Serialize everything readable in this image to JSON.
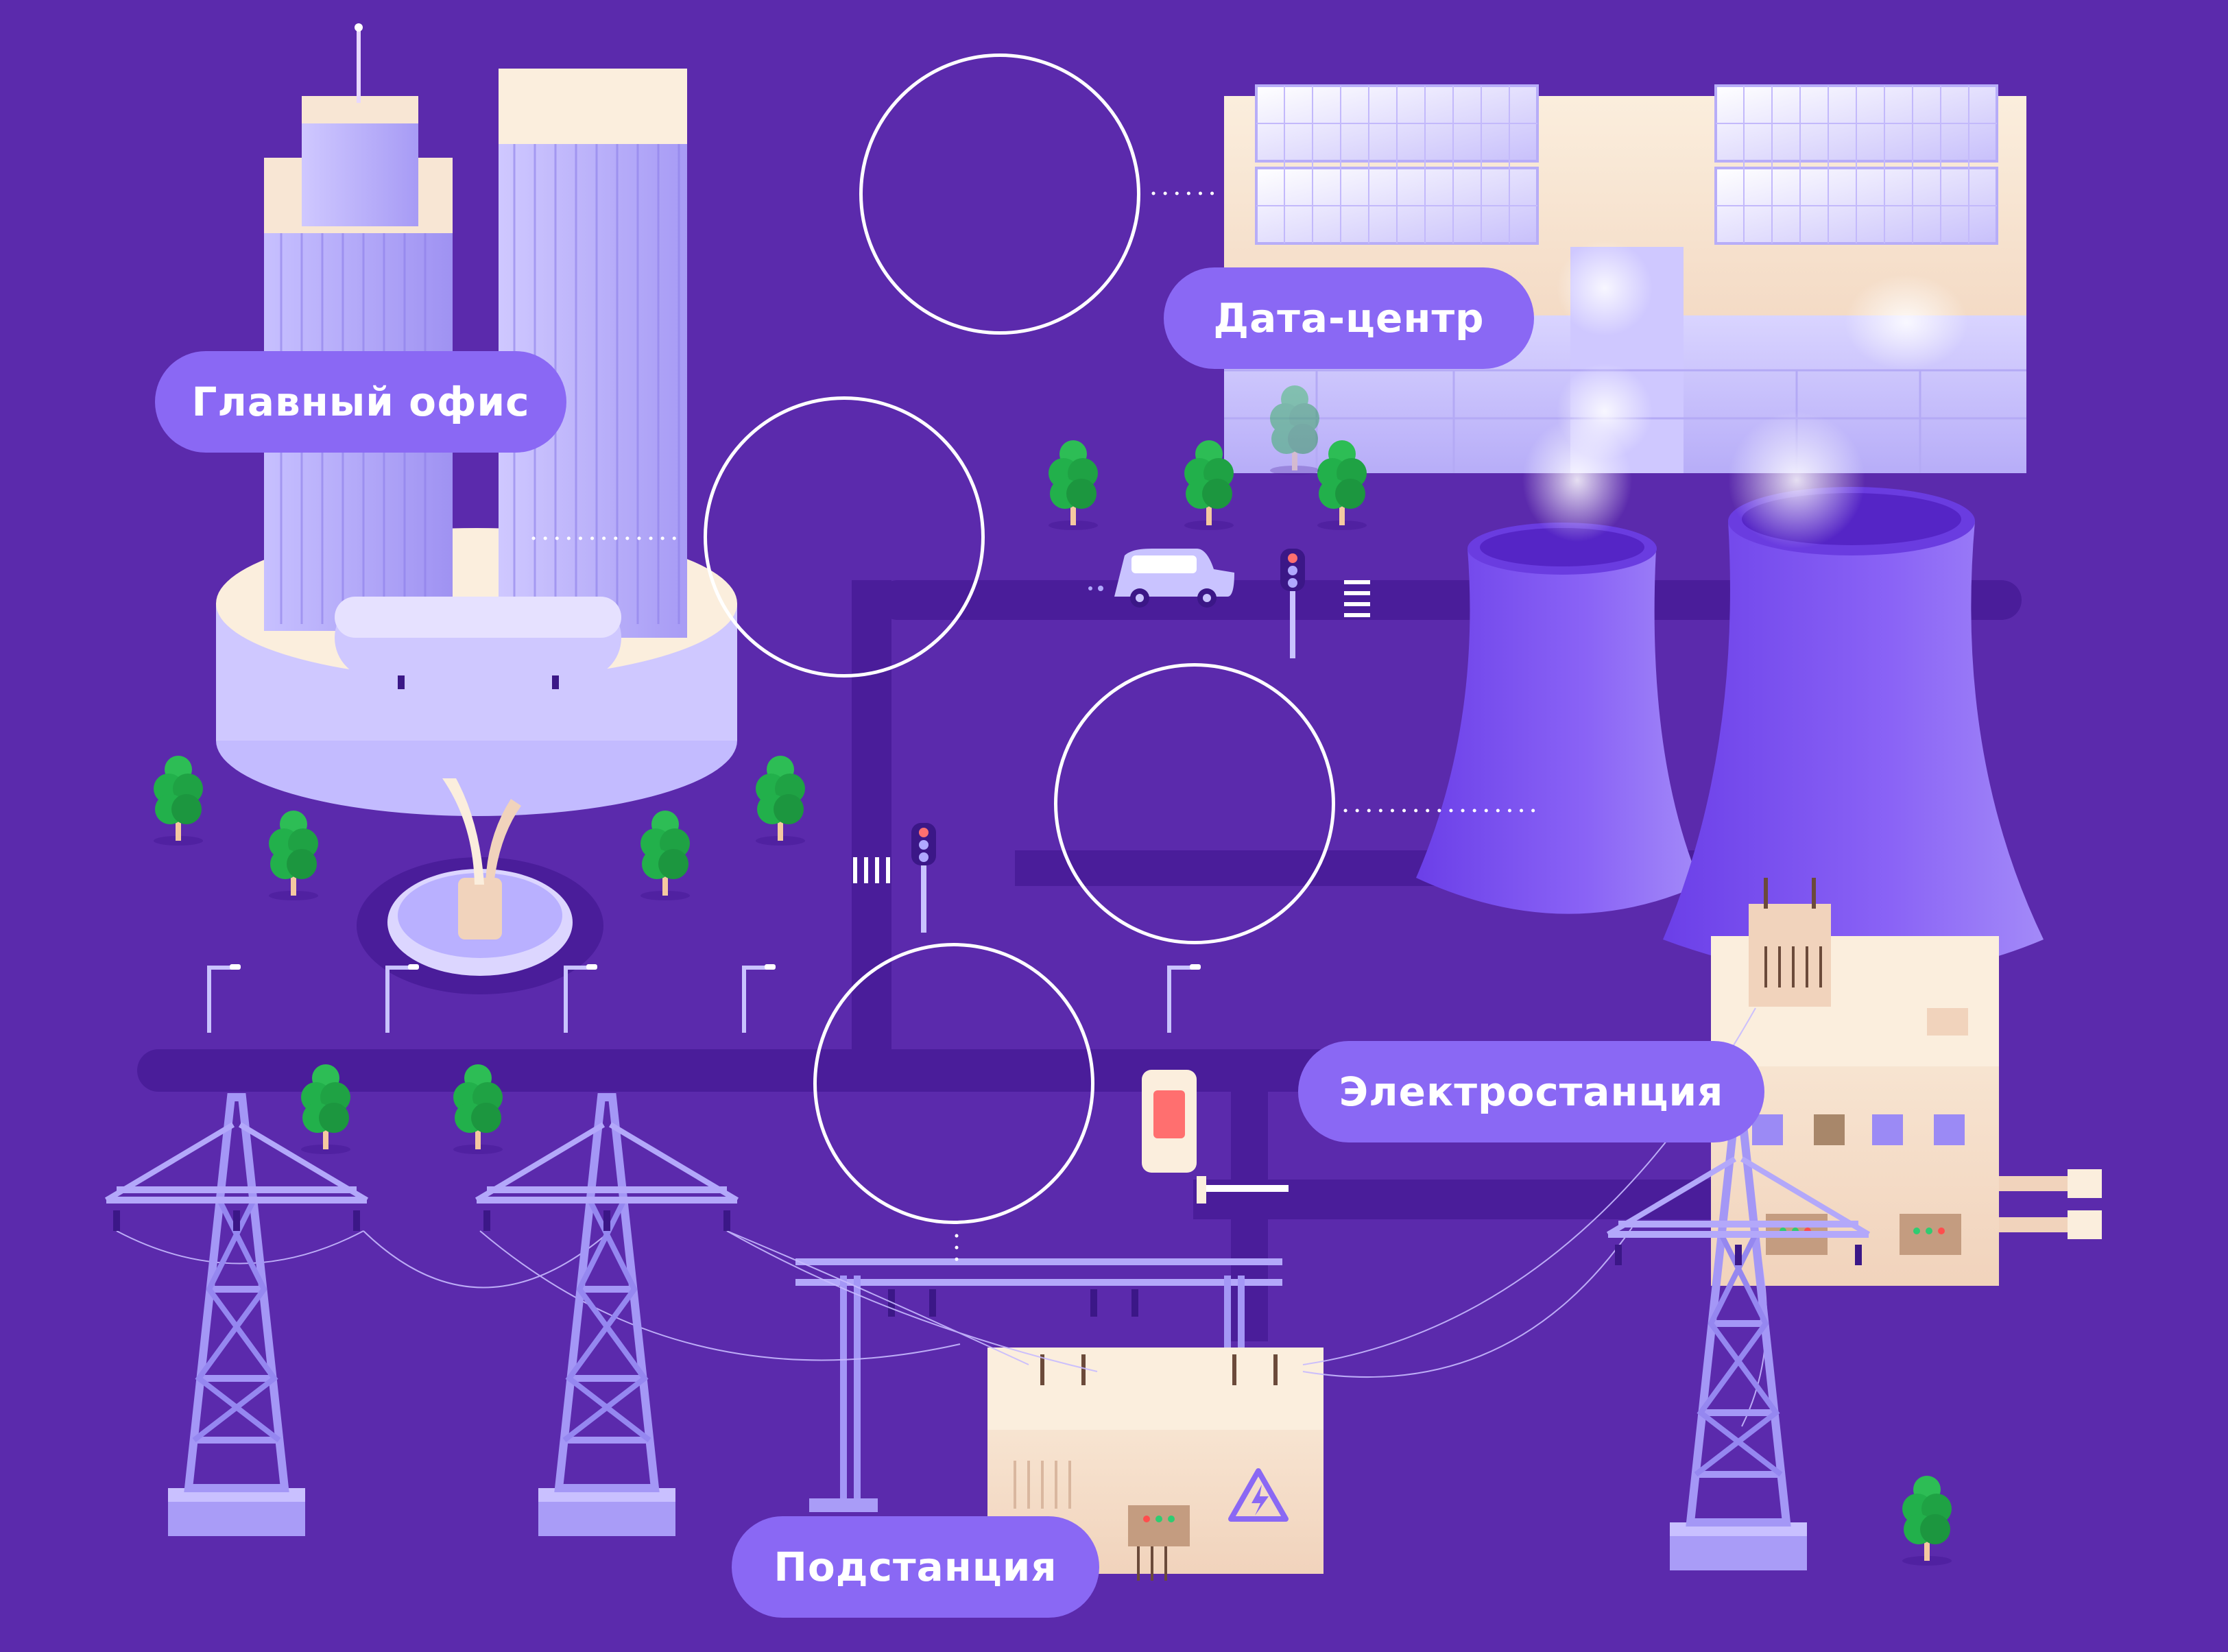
{
  "labels": {
    "main_office": "Главный офис",
    "data_center": "Дата-центр",
    "power_station": "Электростанция",
    "substation": "Подстанция"
  },
  "hotspots": [
    {
      "id": "hotspot-data-center"
    },
    {
      "id": "hotspot-main-office"
    },
    {
      "id": "hotspot-power-station"
    },
    {
      "id": "hotspot-substation"
    }
  ],
  "colors": {
    "background": "#5b2aac",
    "pill": "#8a68f4",
    "road": "#4a1d9a",
    "tower": "#9b8af5",
    "cooling_tower": "#7a55f2",
    "building_cream": "#f8e3cf",
    "building_lilac": "#c9c3ff",
    "tree": "#22b04b",
    "hotspot_ring": "#ffffff"
  },
  "icons": [
    "high-voltage-warning-icon",
    "traffic-light-icon",
    "car-icon",
    "tree-icon",
    "solar-panel-icon",
    "street-lamp-icon",
    "sculpture-icon"
  ]
}
